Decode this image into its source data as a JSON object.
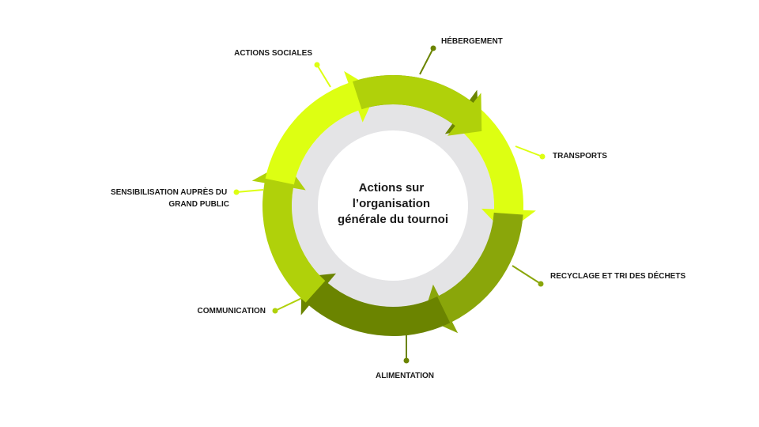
{
  "center": {
    "lines": [
      "Actions sur",
      "l’organisation",
      "générale du tournoi"
    ]
  },
  "segments": [
    {
      "key": "hebergement",
      "lines": [
        "HÉBERGEMENT"
      ],
      "color": "#6b8400"
    },
    {
      "key": "transports",
      "lines": [
        "TRANSPORTS"
      ],
      "color": "#ddff12"
    },
    {
      "key": "recyclage",
      "lines": [
        "RECYCLAGE ET TRI DES DÉCHETS"
      ],
      "color": "#8aa60a"
    },
    {
      "key": "alimentation",
      "lines": [
        "ALIMENTATION"
      ],
      "color": "#6b8400"
    },
    {
      "key": "communication",
      "lines": [
        "COMMUNICATION"
      ],
      "color": "#b0d10a"
    },
    {
      "key": "sensibilisation",
      "lines": [
        "SENSIBILISATION AUPRÈS DU",
        "GRAND PUBLIC"
      ],
      "color": "#ddff12"
    },
    {
      "key": "actions-sociales",
      "lines": [
        "ACTIONS SOCIALES"
      ],
      "color": "#b0d10a"
    }
  ],
  "colors": {
    "inner_disc": "#e4e4e6",
    "center_disc": "#ffffff",
    "text": "#1a1a1a"
  }
}
